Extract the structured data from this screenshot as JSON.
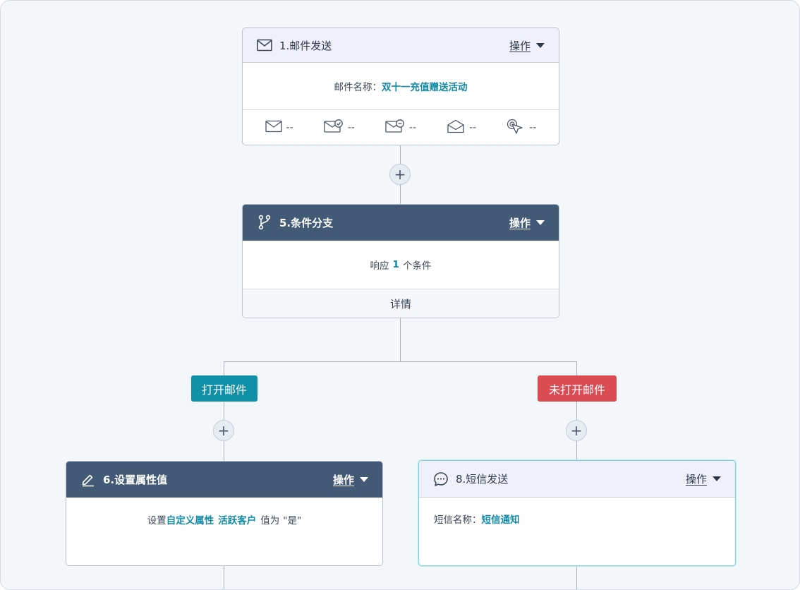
{
  "common": {
    "op_label": "操作"
  },
  "email_node": {
    "title": "1.邮件发送",
    "name_label": "邮件名称：",
    "name_value": "双十一充值赠送活动",
    "stats": [
      {
        "icon": "mail-sent-icon",
        "value": "--"
      },
      {
        "icon": "mail-delivered-icon",
        "value": "--"
      },
      {
        "icon": "mail-bounced-icon",
        "value": "--"
      },
      {
        "icon": "mail-opened-icon",
        "value": "--"
      },
      {
        "icon": "mail-clicked-icon",
        "value": "--"
      }
    ]
  },
  "branch_node": {
    "title": "5.条件分支",
    "desc_prefix": "响应",
    "desc_count": "1",
    "desc_suffix": "个条件",
    "footer_label": "详情"
  },
  "branches": {
    "left_label": "打开邮件",
    "right_label": "未打开邮件"
  },
  "attr_node": {
    "title": "6.设置属性值",
    "desc_prefix": "设置",
    "attr_name": "自定义属性",
    "attr_value": "活跃客户",
    "desc_mid": "值为",
    "desc_value": "\"是\""
  },
  "sms_node": {
    "title": "8.短信发送",
    "name_label": "短信名称：",
    "name_value": "短信通知"
  },
  "colors": {
    "accent": "#118ba6",
    "tag_open": "#1191a8",
    "tag_not_open": "#dc4c55",
    "dark_header": "#425a75",
    "light_header": "#eff0fa"
  }
}
